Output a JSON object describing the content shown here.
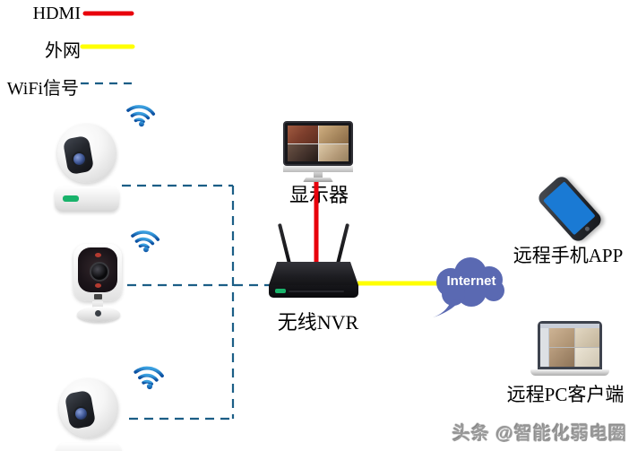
{
  "legend": {
    "items": [
      {
        "label": "HDMI",
        "line_style": "solid",
        "line_color": "#e8000b"
      },
      {
        "label": "外网",
        "line_style": "solid",
        "line_color": "#ffff00"
      },
      {
        "label": "WiFi信号",
        "line_style": "dashed",
        "line_color": "#1b5e86"
      }
    ]
  },
  "colors": {
    "hdmi_line": "#e8000b",
    "wan_line": "#ffff00",
    "wifi_line": "#1b5e86",
    "cloud_fill": "#5a69b2",
    "phone_screen": "#1a7ad4",
    "ezviz_green": "#19b36b"
  },
  "nodes": {
    "monitor": {
      "label": "显示器"
    },
    "nvr": {
      "label": "无线NVR"
    },
    "internet": {
      "label": "Internet"
    },
    "phone": {
      "label": "远程手机APP"
    },
    "pc": {
      "label": "远程PC客户端"
    }
  },
  "icons": {
    "wifi": "wifi-signal-icon",
    "dome_camera": "ptz-dome-camera-icon",
    "cube_camera": "cube-camera-icon",
    "monitor": "desktop-monitor-icon",
    "nvr": "wireless-nvr-box-icon",
    "cloud": "internet-cloud-icon",
    "phone": "smartphone-icon",
    "laptop": "laptop-icon"
  },
  "watermark": {
    "text": "头条 @智能化弱电圈"
  }
}
